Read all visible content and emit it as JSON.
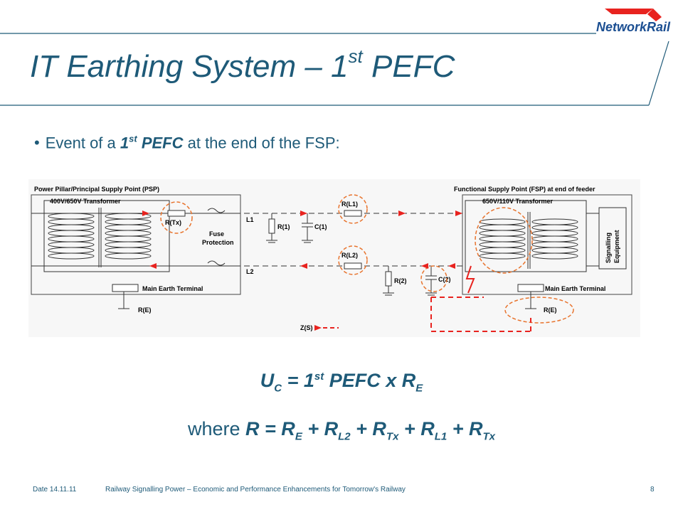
{
  "brand": "NetworkRail",
  "title": {
    "main": "IT Earthing System – 1",
    "sup": "st",
    "tail": " PEFC"
  },
  "bullet": {
    "pre": "Event of a ",
    "em": "1",
    "em_sup": "st",
    "em_tail": " PEFC",
    "post": " at the end of the FSP:"
  },
  "diagram": {
    "psp_title": "Power Pillar/Principal Supply Point (PSP)",
    "fsp_title": "Functional Supply Point (FSP) at end of feeder",
    "psp_transformer": "400V/650V Transformer",
    "fsp_transformer": "650V/110V Transformer",
    "equipment_line1": "Signalling",
    "equipment_line2": "Equipment",
    "fuse_line1": "Fuse",
    "fuse_line2": "Protection",
    "l1": "L1",
    "l2": "L2",
    "r_tx": "R(Tx)",
    "r_l1": "R(L1)",
    "r_l2": "R(L2)",
    "r1": "R(1)",
    "c1": "C(1)",
    "r2": "R(2)",
    "c2": "C(2)",
    "main_earth_left": "Main Earth Terminal",
    "main_earth_right": "Main Earth Terminal",
    "re_left": "R(E)",
    "re_right": "R(E)",
    "zs": "Z(S)"
  },
  "equation1": {
    "u": "U",
    "u_sub": "C",
    "mid": " = 1",
    "sup": "st",
    "rest": " PEFC x R",
    "r_sub": "E"
  },
  "equation2": {
    "pre": "where ",
    "p1": "R = R",
    "s1": "E",
    "p2": " + R",
    "s2": "L2",
    "p3": " + R",
    "s3": "Tx",
    "p4": " + R",
    "s4": "L1",
    "p5": " + R",
    "s5": "Tx"
  },
  "footer": {
    "date": "Date 14.11.11",
    "subtitle": "Railway Signalling Power – Economic and Performance Enhancements for Tomorrow's Railway",
    "page": "8"
  },
  "colors": {
    "title": "#1e5a78",
    "brand": "#1c4f92",
    "fault": "#e8231f",
    "highlight": "#e8742e"
  }
}
